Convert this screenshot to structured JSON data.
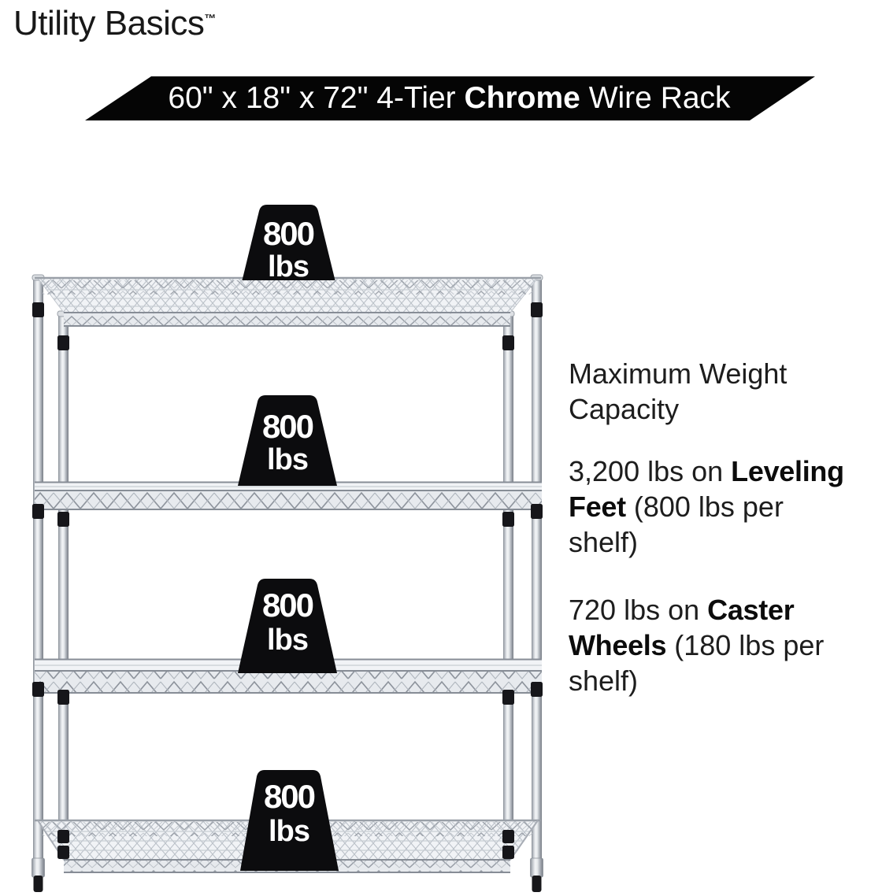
{
  "brand": {
    "name": "Utility Basics",
    "trademark": "™"
  },
  "banner": {
    "prefix": "60\" x 18\" x 72\" 4-Tier ",
    "bold": "Chrome",
    "suffix": " Wire Rack",
    "bg_color": "#000000",
    "text_color": "#ffffff"
  },
  "rack": {
    "tiers": 4,
    "shelves": [
      {
        "capacity_value": "800",
        "capacity_unit": "lbs"
      },
      {
        "capacity_value": "800",
        "capacity_unit": "lbs"
      },
      {
        "capacity_value": "800",
        "capacity_unit": "lbs"
      },
      {
        "capacity_value": "800",
        "capacity_unit": "lbs"
      }
    ]
  },
  "info": {
    "heading": "Maximum Weight\nCapacity",
    "items": [
      {
        "prefix": "3,200 lbs on ",
        "bold": "Leveling\nFeet",
        "suffix": " (800 lbs per\nshelf)"
      },
      {
        "prefix": "720 lbs on ",
        "bold": "Caster\nWheels",
        "suffix": " (180 lbs per\nshelf)"
      }
    ]
  },
  "colors": {
    "badge_bg": "#0c0c0e",
    "badge_text": "#ffffff",
    "body_text": "#1d1d1d",
    "chrome_light": "#f2f4f6",
    "chrome_mid": "#b9bec5",
    "chrome_dark": "#787e86"
  }
}
